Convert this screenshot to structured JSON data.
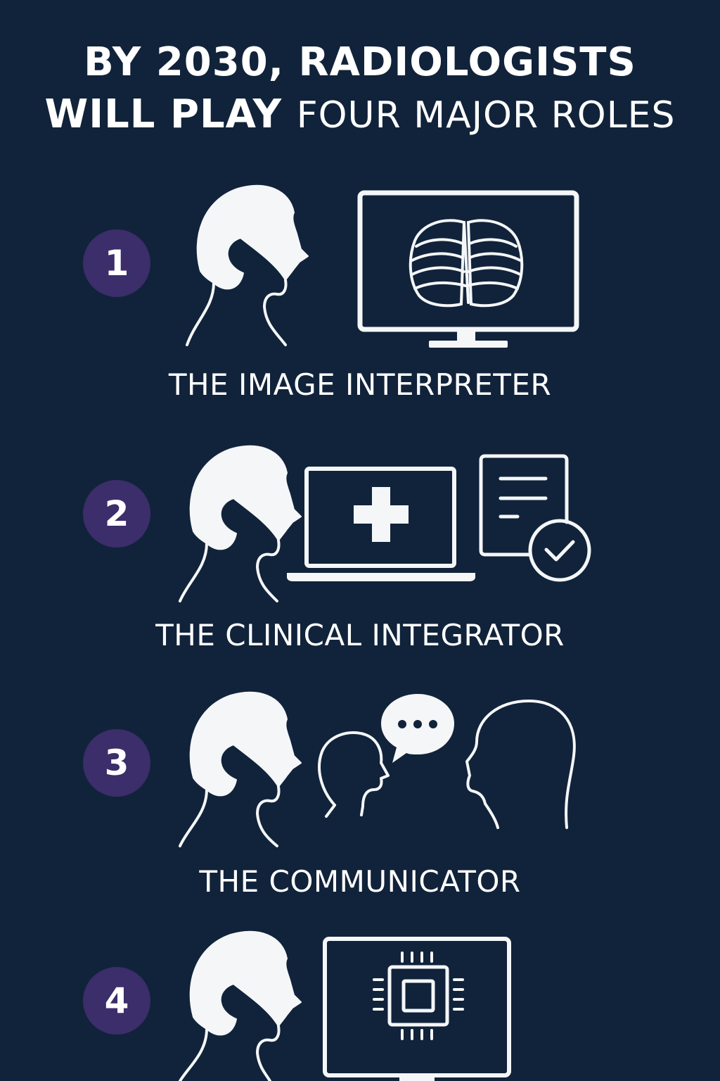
{
  "header": {
    "title_line1": "BY 2030, RADIOLOGISTS",
    "title_line2_a": "WILL PLAY",
    "title_line2_b": "FOUR MAJOR ROLES"
  },
  "roles": [
    {
      "number": "1",
      "label": "THE IMAGE INTERPRETER",
      "icons": [
        "head-profile-icon",
        "monitor-icon",
        "chest-xray-icon"
      ]
    },
    {
      "number": "2",
      "label": "THE CLINICAL INTEGRATOR",
      "icons": [
        "head-profile-icon",
        "laptop-icon",
        "medical-cross-icon",
        "report-document-icon",
        "checkmark-circle-icon"
      ]
    },
    {
      "number": "3",
      "label": "THE COMMUNICATOR",
      "icons": [
        "head-profile-icon",
        "small-person-icon",
        "speech-bubble-icon",
        "person-outline-icon"
      ]
    },
    {
      "number": "4",
      "label": "",
      "icons": [
        "head-profile-icon",
        "monitor-icon",
        "cpu-chip-icon"
      ]
    }
  ],
  "colors": {
    "background": "#11233a",
    "badge": "#3c2d6b",
    "foreground": "#ffffff"
  }
}
